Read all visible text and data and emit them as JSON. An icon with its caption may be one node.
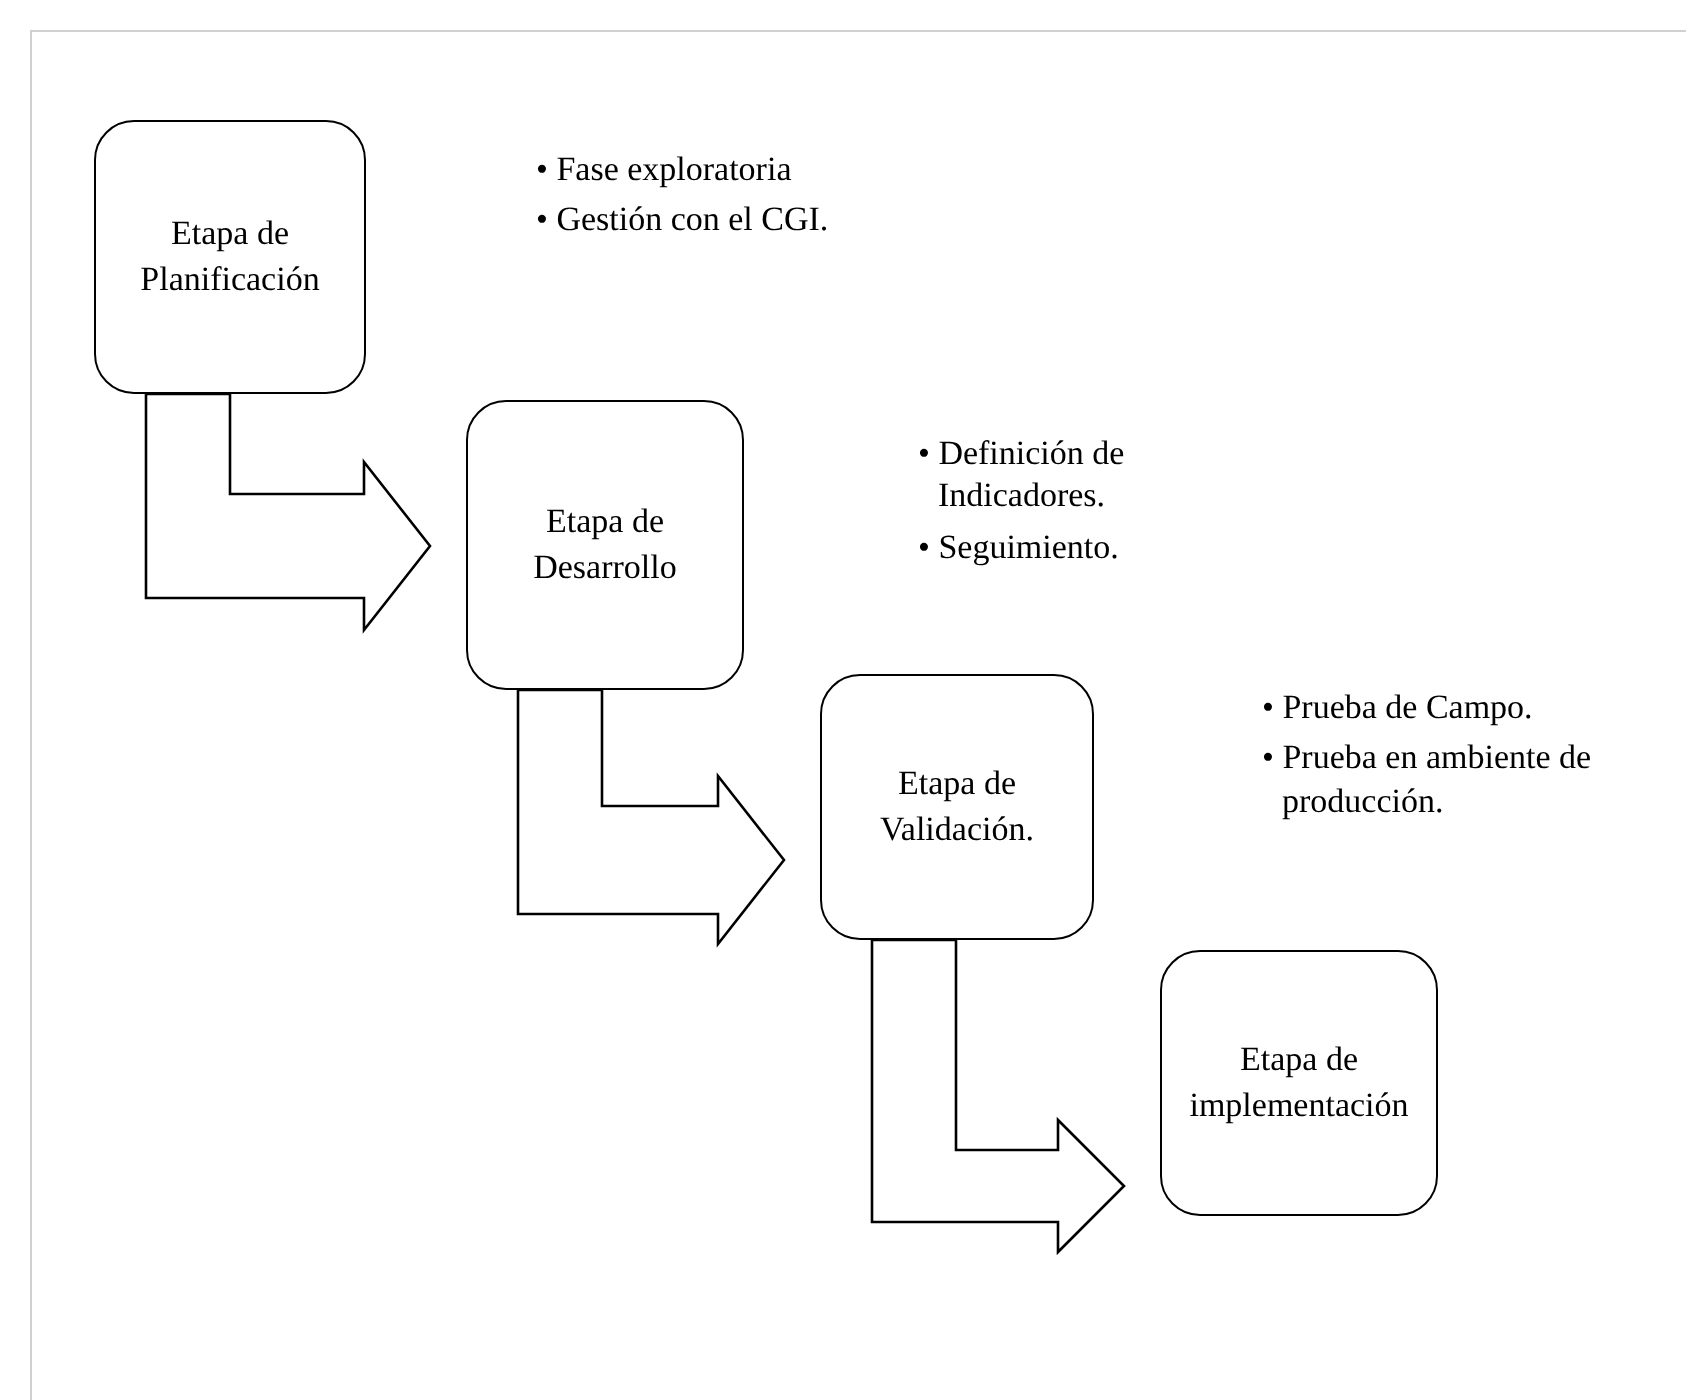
{
  "diagram": {
    "nodes": [
      {
        "text": [
          "Etapa de Planificación"
        ],
        "beside": [
          "• Fase exploratoria",
          "• Gestión con el CGI."
        ]
      },
      {
        "text": [
          "Etapa de Desarrollo"
        ],
        "beside": [
          "• Definición de Indicadores.",
          "• Seguimiento."
        ]
      },
      {
        "text": [
          "Etapa de Validación."
        ],
        "beside": [
          "• Prueba de Campo.",
          "• Prueba en ambiente de producción."
        ]
      },
      {
        "text": [
          "Etapa de implementación"
        ]
      }
    ],
    "edges": [
      {
        "from": 0,
        "to": 1,
        "arrow": "to"
      },
      {
        "from": 1,
        "to": 2,
        "arrow": "to"
      },
      {
        "from": 2,
        "to": 3,
        "arrow": "to"
      }
    ]
  }
}
